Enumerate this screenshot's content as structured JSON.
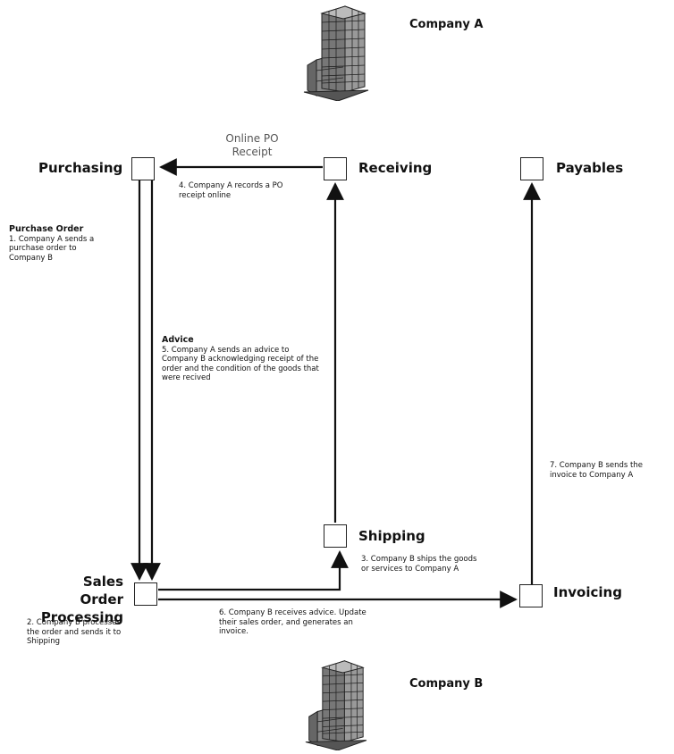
{
  "companies": {
    "a": "Company A",
    "b": "Company B"
  },
  "nodes": {
    "purchasing": "Purchasing",
    "receiving": "Receiving",
    "payables": "Payables",
    "sales_line1": "Sales Order",
    "sales_line2": "Processing",
    "shipping": "Shipping",
    "invoicing": "Invoicing"
  },
  "edges": {
    "online_po_line1": "Online PO",
    "online_po_line2": "Receipt"
  },
  "notes": {
    "purchase_order_title": "Purchase Order",
    "purchase_order_text": "1.  Company A sends a purchase order to Company B",
    "sales_processing_text": "2.  Company B processes the order and sends it to Shipping",
    "shipping_text": "3.  Company B ships the goods or services to Company A",
    "po_receipt_text": "4.  Company A records a PO receipt online",
    "advice_title": "Advice",
    "advice_text": "5.  Company A sends an advice to Company B acknowledging receipt of the order and the condition of the goods that were recived",
    "invoice_advice_text": "6.  Company B receives advice. Update their sales order, and generates an invoice.",
    "invoice_send_text": "7.  Company B sends the invoice to Company A"
  }
}
